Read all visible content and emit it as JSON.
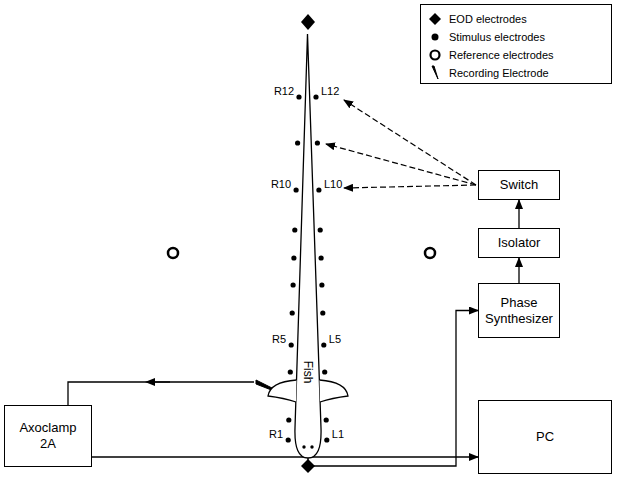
{
  "diagram": {
    "nodes": [
      {
        "text": [
          "Switch"
        ]
      },
      {
        "text": [
          "Isolator"
        ]
      },
      {
        "text": [
          "Phase Synthesizer"
        ]
      },
      {
        "text": [
          "Fish"
        ]
      },
      {
        "text": [
          "Axoclamp 2A"
        ]
      },
      {
        "text": [
          "PC"
        ]
      }
    ],
    "edges": [
      {
        "from": 3,
        "to": 2,
        "arrow": "to"
      },
      {
        "from": 2,
        "to": 1,
        "arrow": "to"
      },
      {
        "from": 1,
        "to": 0,
        "arrow": "to"
      },
      {
        "from": 4,
        "to": 5,
        "arrow": "to"
      }
    ],
    "labels": [
      "R12",
      "L12",
      "R10",
      "L10",
      "R5",
      "L5",
      "R1",
      "L1"
    ],
    "legend": [
      {
        "text": "EOD electrodes"
      },
      {
        "text": "Stimulus electrodes"
      },
      {
        "text": "Reference electrodes"
      },
      {
        "text": "Recording Electrode"
      }
    ]
  }
}
